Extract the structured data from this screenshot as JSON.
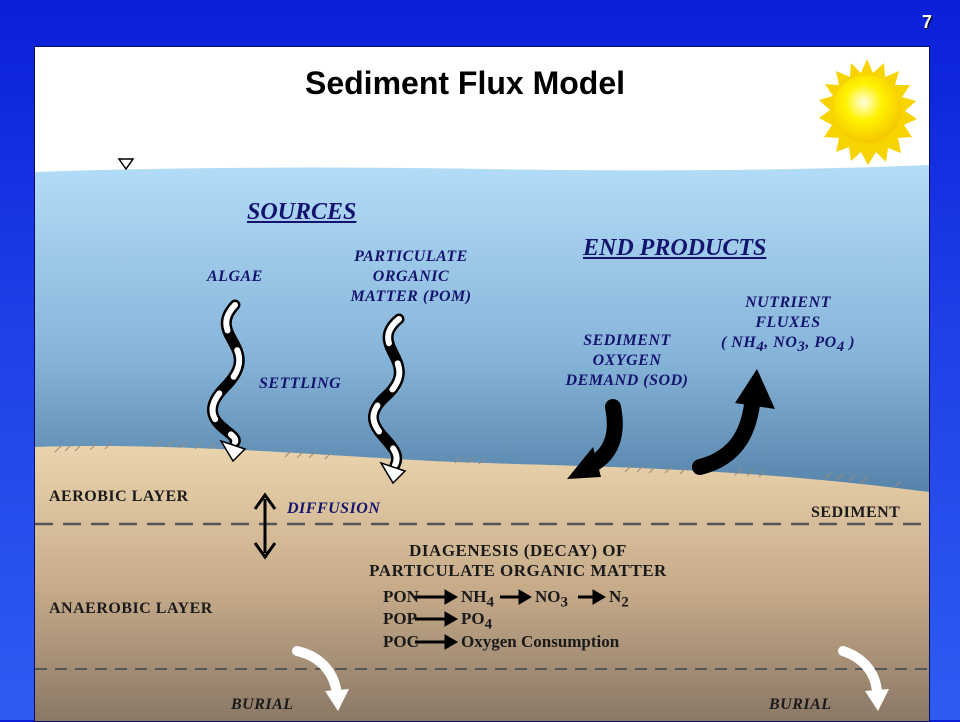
{
  "slide_number": "7",
  "title": "Sediment Flux Model",
  "sources": {
    "heading": "SOURCES",
    "algae": "ALGAE",
    "pom": [
      "PARTICULATE",
      "ORGANIC",
      "MATTER (POM)"
    ],
    "settling": "SETTLING"
  },
  "end_products": {
    "heading": "END PRODUCTS",
    "sod": [
      "SEDIMENT",
      "OXYGEN",
      "DEMAND (SOD)"
    ],
    "nutrient": [
      "NUTRIENT",
      "FLUXES"
    ],
    "nutrient_species": {
      "open": "( NH",
      "nh_sub": "4",
      "no": ", NO",
      "no_sub": "3",
      "po": ", PO",
      "po_sub": "4",
      "close": " )"
    }
  },
  "layers": {
    "aerobic": "AEROBIC LAYER",
    "diffusion": "DIFFUSION",
    "sediment": "SEDIMENT",
    "anaerobic": "ANAEROBIC LAYER",
    "burial_left": "BURIAL",
    "burial_right": "BURIAL"
  },
  "diagenesis": {
    "line1": "DIAGENESIS (DECAY) OF",
    "line2": "PARTICULATE ORGANIC MATTER",
    "rows": [
      {
        "from": "PON",
        "steps": [
          {
            "text": "NH",
            "sub": "4"
          },
          {
            "text": "NO",
            "sub": "3"
          },
          {
            "text": "N",
            "sub": "2"
          }
        ]
      },
      {
        "from": "POP",
        "steps": [
          {
            "text": "PO",
            "sub": "4"
          }
        ]
      },
      {
        "from": "POC",
        "steps": [
          {
            "text": "Oxygen Consumption",
            "sub": ""
          }
        ]
      }
    ]
  },
  "colors": {
    "sky": "#ffffff",
    "water_top": "#a9d6f5",
    "water_bottom": "#4f7fa6",
    "sediment_top": "#e8d1aa",
    "sediment_bottom": "#8d7b68",
    "heading_blue": "#14146e"
  }
}
